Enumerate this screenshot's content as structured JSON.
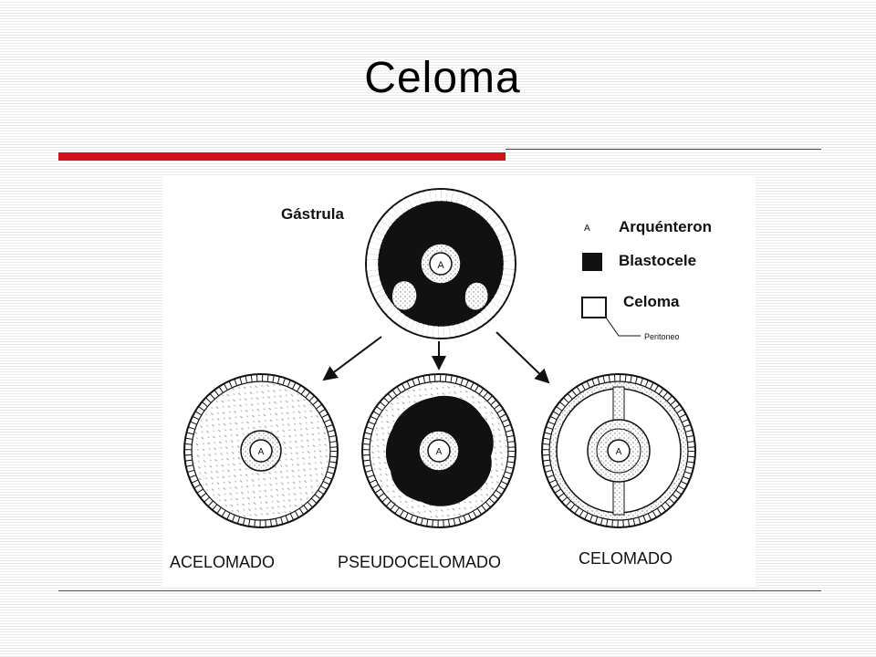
{
  "slide": {
    "title": "Celoma"
  },
  "accent_color": "#d0101a",
  "figure": {
    "gastrula_label": "Gástrula",
    "archenteron_marker": "A",
    "legend": {
      "archenteron_symbol": "A",
      "archenteron_label": "Arquénteron",
      "blastocele_label": "Blastocele",
      "coelom_label": "Celoma",
      "peritoneum_label": "Peritoneo"
    },
    "captions": {
      "acoelomate": "ACELOMADO",
      "pseudocoelomate": "PSEUDOCELOMADO",
      "coelomate": "CELOMADO"
    }
  }
}
